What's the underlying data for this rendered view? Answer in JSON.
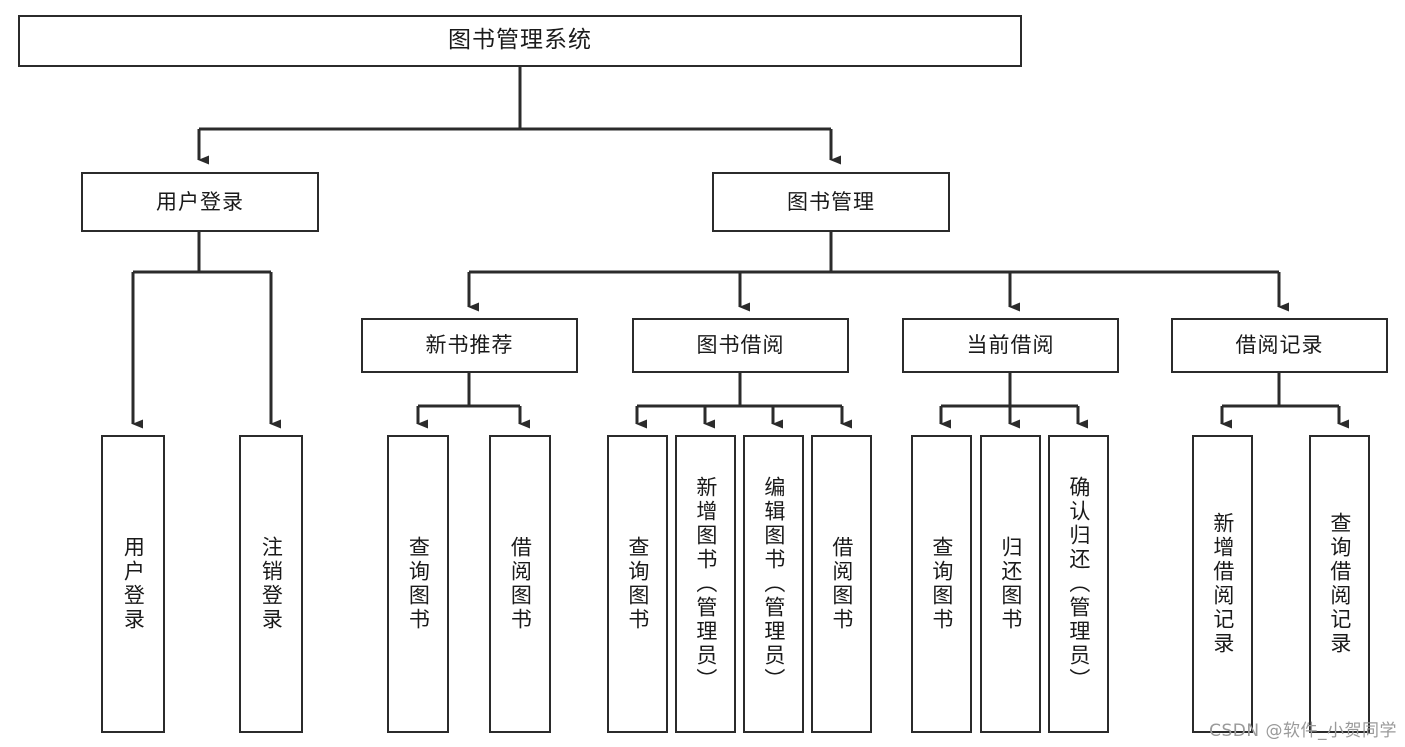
{
  "diagram": {
    "type": "tree",
    "title": "图书管理系统",
    "root": {
      "id": "root",
      "label": "图书管理系统"
    },
    "level2": [
      {
        "id": "user-login",
        "label": "用户登录"
      },
      {
        "id": "book-manage",
        "label": "图书管理"
      }
    ],
    "level3": [
      {
        "id": "new-book-recommend",
        "label": "新书推荐",
        "parent": "book-manage"
      },
      {
        "id": "book-borrow",
        "label": "图书借阅",
        "parent": "book-manage"
      },
      {
        "id": "current-borrow",
        "label": "当前借阅",
        "parent": "book-manage"
      },
      {
        "id": "borrow-record",
        "label": "借阅记录",
        "parent": "book-manage"
      }
    ],
    "leaves": [
      {
        "id": "leaf-user-login",
        "label": "用户登录",
        "parent": "user-login"
      },
      {
        "id": "leaf-logout-login",
        "label": "注销登录",
        "parent": "user-login"
      },
      {
        "id": "leaf-query-book-1",
        "label": "查询图书",
        "parent": "new-book-recommend"
      },
      {
        "id": "leaf-borrow-book-1",
        "label": "借阅图书",
        "parent": "new-book-recommend"
      },
      {
        "id": "leaf-query-book-2",
        "label": "查询图书",
        "parent": "book-borrow"
      },
      {
        "id": "leaf-add-book",
        "label": "新增图书（管理员）",
        "parent": "book-borrow"
      },
      {
        "id": "leaf-edit-book",
        "label": "编辑图书（管理员）",
        "parent": "book-borrow"
      },
      {
        "id": "leaf-borrow-book-2",
        "label": "借阅图书",
        "parent": "book-borrow"
      },
      {
        "id": "leaf-query-book-3",
        "label": "查询图书",
        "parent": "current-borrow"
      },
      {
        "id": "leaf-return-book",
        "label": "归还图书",
        "parent": "current-borrow"
      },
      {
        "id": "leaf-confirm-return",
        "label": "确认归还（管理员）",
        "parent": "current-borrow"
      },
      {
        "id": "leaf-add-record",
        "label": "新增借阅记录",
        "parent": "borrow-record"
      },
      {
        "id": "leaf-query-record",
        "label": "查询借阅记录",
        "parent": "borrow-record"
      }
    ],
    "colors": {
      "box_border": "#2b2b2b",
      "box_fill": "#ffffff",
      "connector": "#2b2b2b",
      "text": "#1a1a1a",
      "watermark": "#9a9a9a",
      "background": "#ffffff"
    }
  },
  "watermark": {
    "text": "CSDN @软件_小贺同学"
  }
}
